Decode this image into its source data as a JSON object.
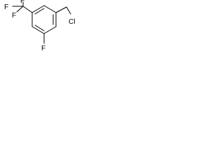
{
  "molecule": {
    "atoms": {
      "cf3_f_top": "F",
      "cf3_f_left": "F",
      "cf3_f_lower": "F",
      "chloromethyl_cl": "Cl",
      "ring_f": "F"
    },
    "colors": {
      "bond": "#000000",
      "label": "#000000",
      "background": "#ffffff"
    }
  }
}
